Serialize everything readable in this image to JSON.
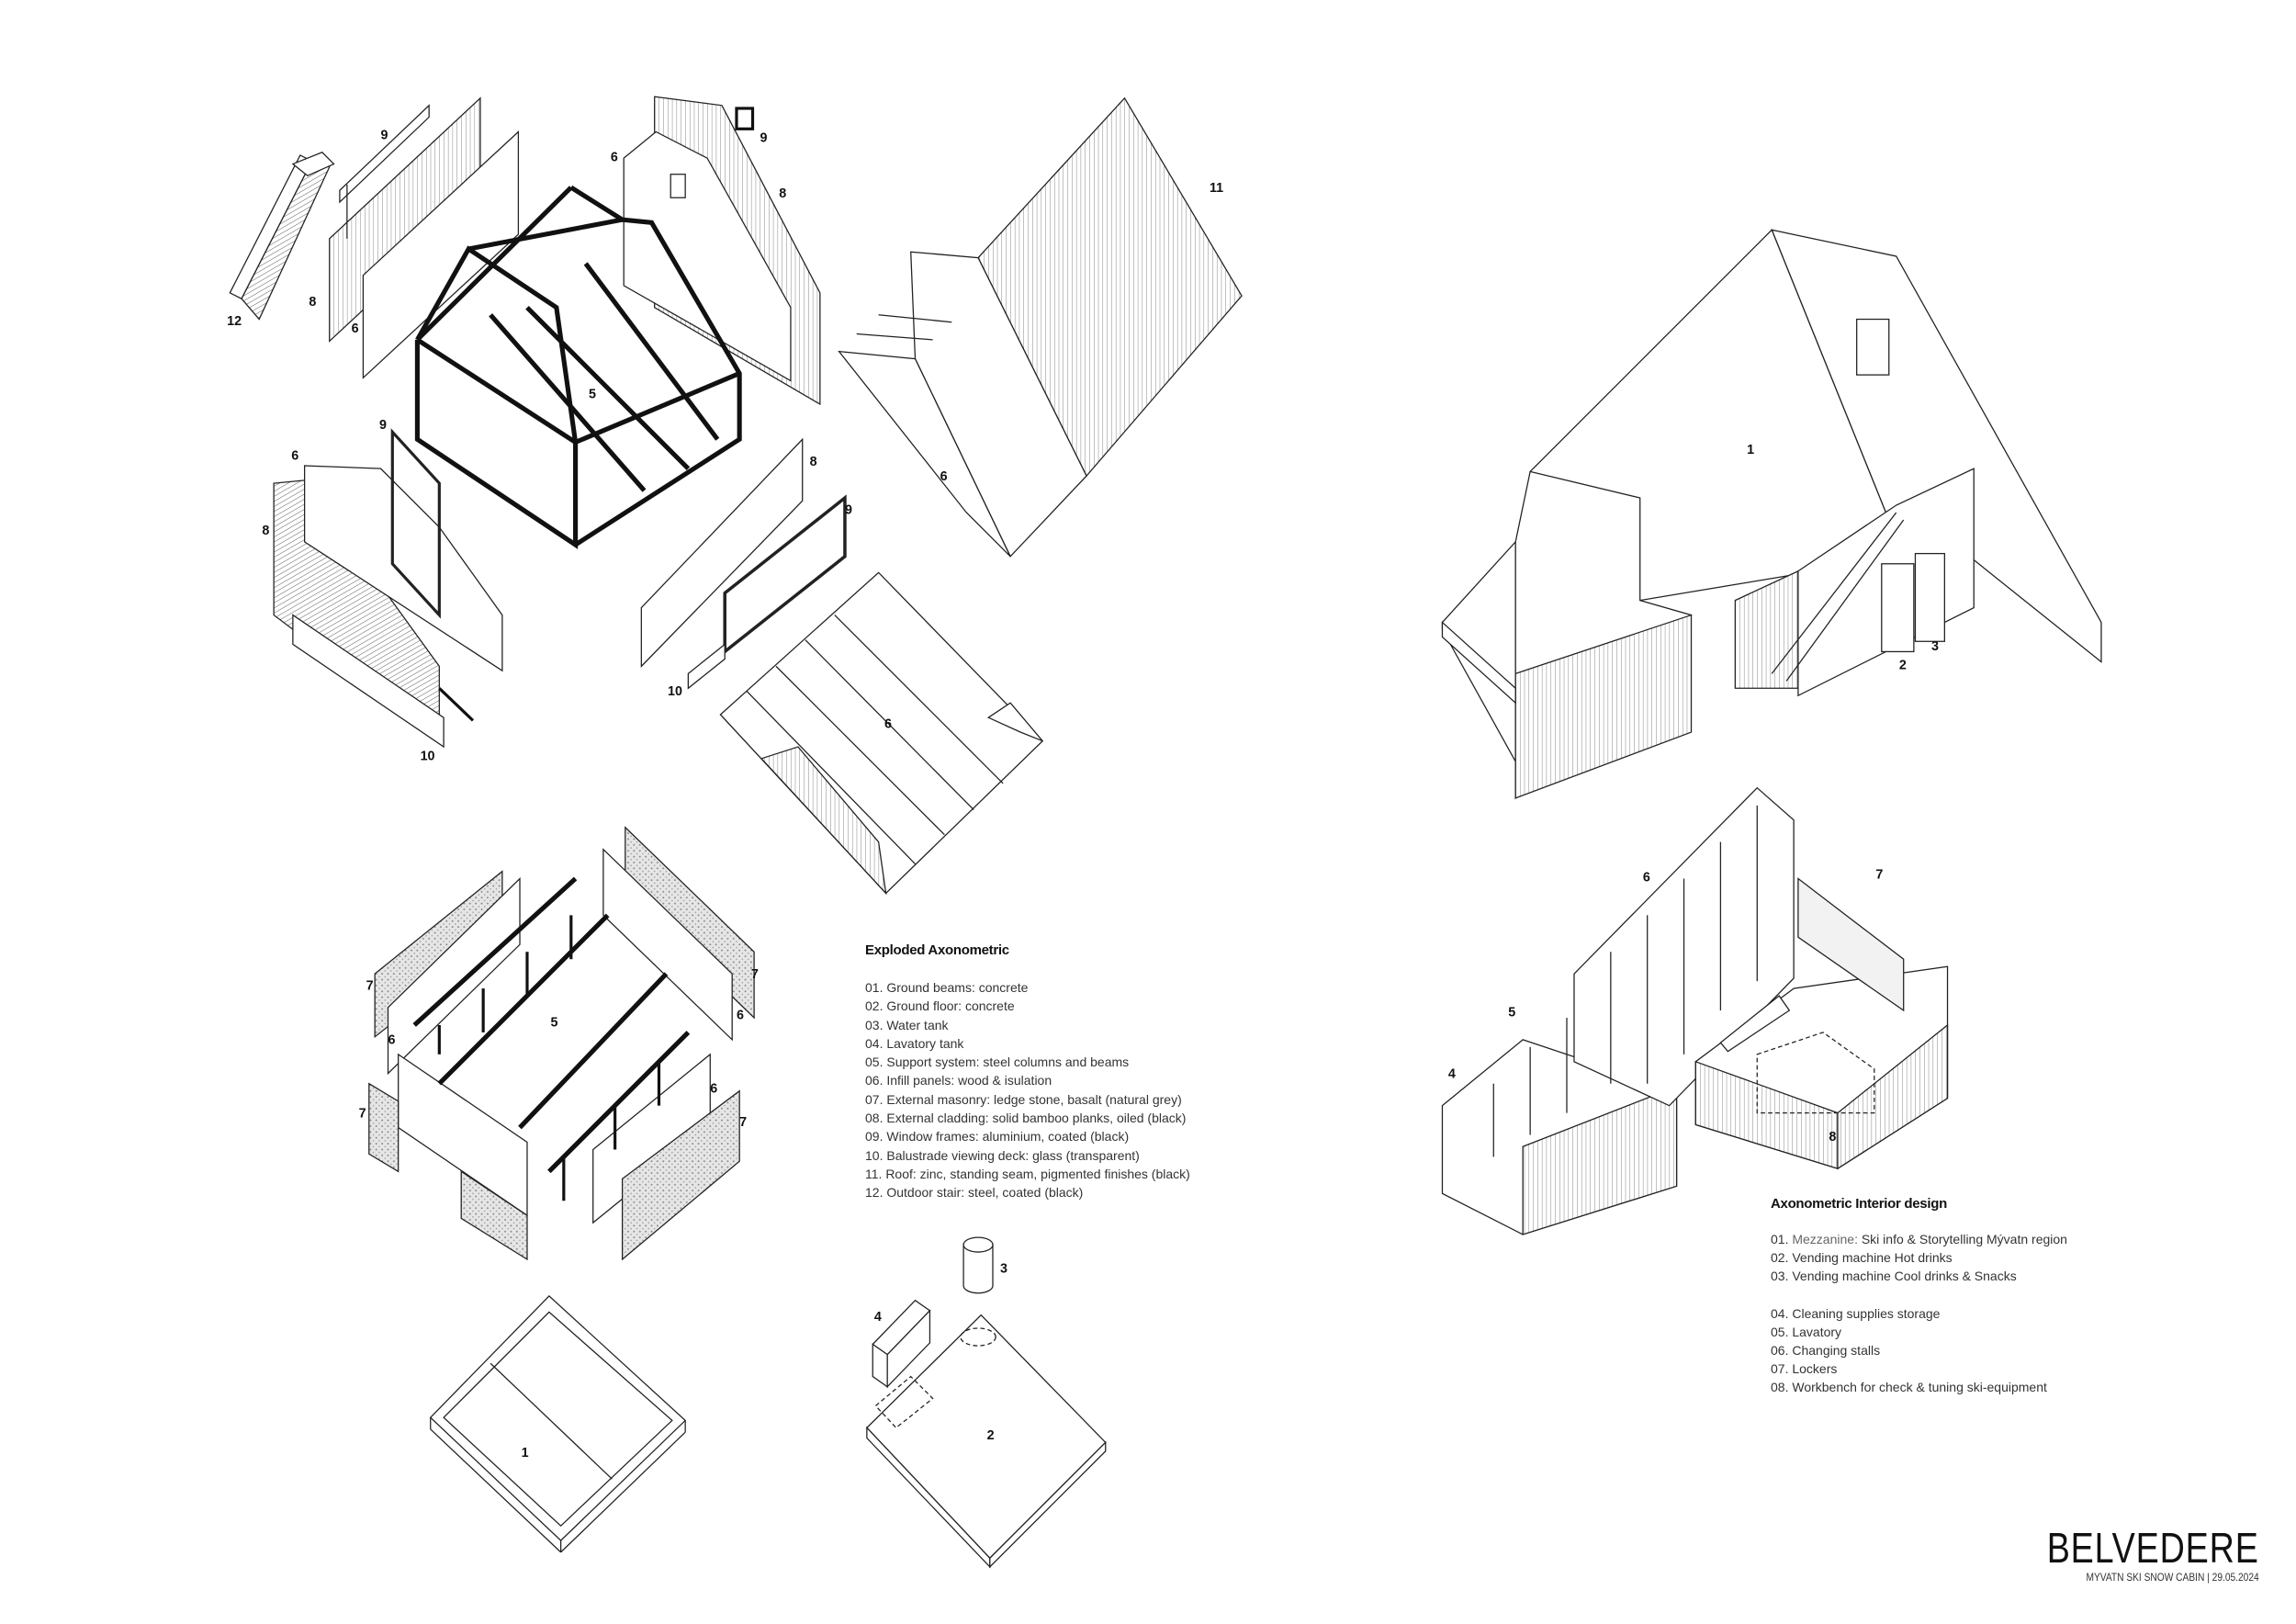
{
  "exploded_axonometric": {
    "title": "Exploded Axonometric",
    "items": [
      "01.  Ground beams: concrete",
      "02.  Ground floor: concrete",
      "03.  Water tank",
      "04.  Lavatory tank",
      "05.  Support system: steel columns and beams",
      "06.  Infill panels: wood & isulation",
      "07.  External masonry: ledge stone, basalt (natural grey)",
      "08.  External cladding: solid bamboo planks, oiled (black)",
      "09.  Window frames: aluminium, coated (black)",
      "10.  Balustrade viewing deck: glass (transparent)",
      "11.  Roof: zinc, standing seam, pigmented finishes (black)",
      "12.  Outdoor stair: steel, coated (black)"
    ],
    "callouts": [
      "9",
      "8",
      "6",
      "12",
      "6",
      "9",
      "8",
      "5",
      "9",
      "6",
      "8",
      "10",
      "8",
      "9",
      "10",
      "11",
      "6",
      "6",
      "7",
      "5",
      "7",
      "6",
      "6",
      "7",
      "6",
      "7",
      "1",
      "3",
      "4",
      "2"
    ]
  },
  "interior_design": {
    "title": "Axonometric Interior design",
    "items_group1": [
      {
        "num": "01.",
        "label_grey": "Mezzanine:",
        "label": " Ski info & Storytelling Mývatn region"
      },
      {
        "num": "02.",
        "label_grey": "",
        "label": " Vending machine Hot drinks"
      },
      {
        "num": "03.",
        "label_grey": "",
        "label": " Vending machine Cool drinks & Snacks"
      }
    ],
    "items_group2": [
      "04. Cleaning supplies storage",
      "05. Lavatory",
      "06. Changing stalls",
      "07. Lockers",
      "08. Workbench for check & tuning ski-equipment"
    ],
    "callouts": [
      "1",
      "2",
      "3",
      "6",
      "7",
      "5",
      "4",
      "8"
    ]
  },
  "title_block": {
    "title": "BELVEDERE",
    "subtitle": "MYVATN SKI SNOW CABIN  |  29.05.2024"
  }
}
